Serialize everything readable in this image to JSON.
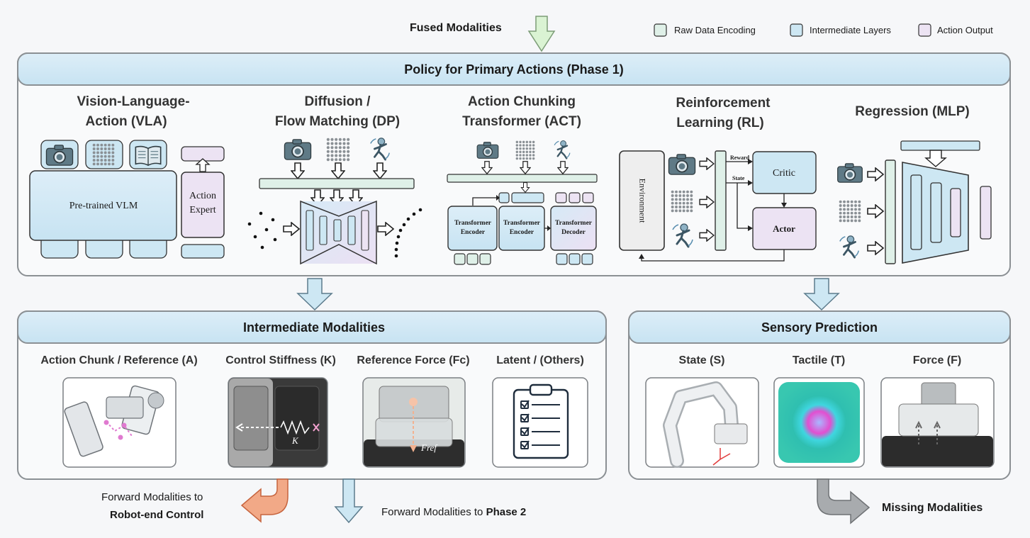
{
  "header": {
    "fused": "Fused Modalities"
  },
  "legend": {
    "raw": "Raw Data Encoding",
    "intermediate": "Intermediate Layers",
    "action": "Action Output",
    "colors": {
      "raw": "#dff0e8",
      "intermediate": "#cde7f3",
      "action": "#ece3f3"
    }
  },
  "policy": {
    "title": "Policy for Primary Actions (Phase 1)",
    "vla": {
      "title1": "Vision-Language-",
      "title2": "Action (VLA)",
      "vlm": "Pre-trained   VLM",
      "expert1": "Action",
      "expert2": "Expert"
    },
    "dp": {
      "title1": "Diffusion /",
      "title2": "Flow Matching (DP)"
    },
    "act": {
      "title1": "Action Chunking",
      "title2": "Transformer (ACT)",
      "enc1a": "Transformer",
      "enc1b": "Encoder",
      "enc2a": "Transformer",
      "enc2b": "Encoder",
      "deca": "Transformer",
      "decb": "Decoder"
    },
    "rl": {
      "title1": "Reinforcement",
      "title2": "Learning (RL)",
      "env": "Environment",
      "reward": "Reward",
      "state": "State",
      "critic": "Critic",
      "actor": "Actor"
    },
    "mlp": {
      "title": "Regression (MLP)"
    }
  },
  "intermediate": {
    "title": "Intermediate Modalities",
    "items": [
      {
        "label": "Action Chunk / Reference (A)"
      },
      {
        "label": "Control Stiffness (K)",
        "symbol": "K"
      },
      {
        "label": "Reference Force (Fc)",
        "symbol": "Fref"
      },
      {
        "label": "Latent / (Others)"
      }
    ]
  },
  "sensory": {
    "title": "Sensory Prediction",
    "items": [
      {
        "label": "State (S)"
      },
      {
        "label": "Tactile (T)"
      },
      {
        "label": "Force (F)"
      }
    ]
  },
  "footer": {
    "robot1": "Forward Modalities to",
    "robot2": "Robot-end Control",
    "phase2a": "Forward Modalities to ",
    "phase2b": "Phase 2",
    "missing": "Missing Modalities"
  }
}
